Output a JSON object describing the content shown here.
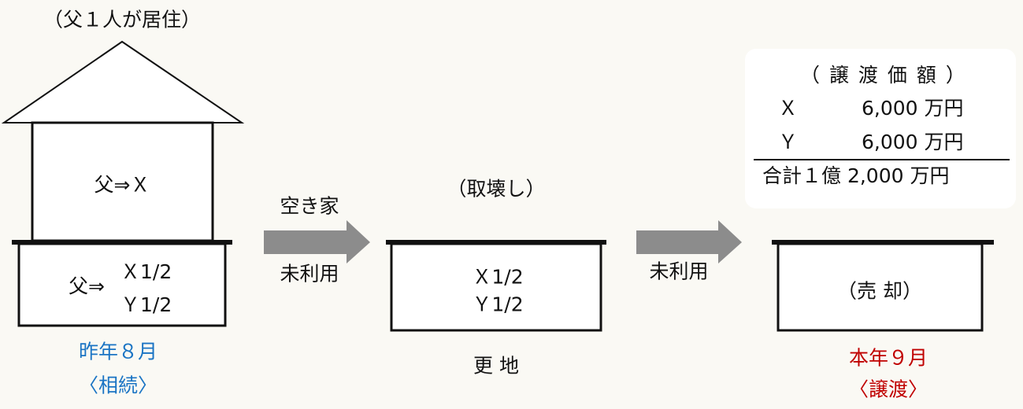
{
  "house": {
    "caption": "（父１人が居住）",
    "building_label": "父⇒Ｘ",
    "land_prefix": "父⇒",
    "land_x": "Ｘ1/2",
    "land_y": "Ｙ1/2",
    "date": "昨年８月",
    "event": "〈相続〉"
  },
  "arrow1": {
    "top_label": "空き家",
    "bottom_label": "未利用"
  },
  "middle": {
    "caption": "（取壊し）",
    "land_x": "Ｘ1/2",
    "land_y": "Ｙ1/2",
    "below": "更 地"
  },
  "arrow2": {
    "label": "未利用"
  },
  "right": {
    "box_label": "（売 却）",
    "date": "本年９月",
    "event": "〈譲渡〉"
  },
  "price_box": {
    "title": "（ 譲 渡 価 額 ）",
    "rows": [
      {
        "name": "Ｘ",
        "amount": "6,000 万円"
      },
      {
        "name": "Ｙ",
        "amount": "6,000 万円"
      }
    ],
    "total": "合計１億 2,000 万円"
  },
  "colors": {
    "blue": "#1a74c4",
    "red": "#c00000",
    "arrow": "#8c8c8c"
  }
}
